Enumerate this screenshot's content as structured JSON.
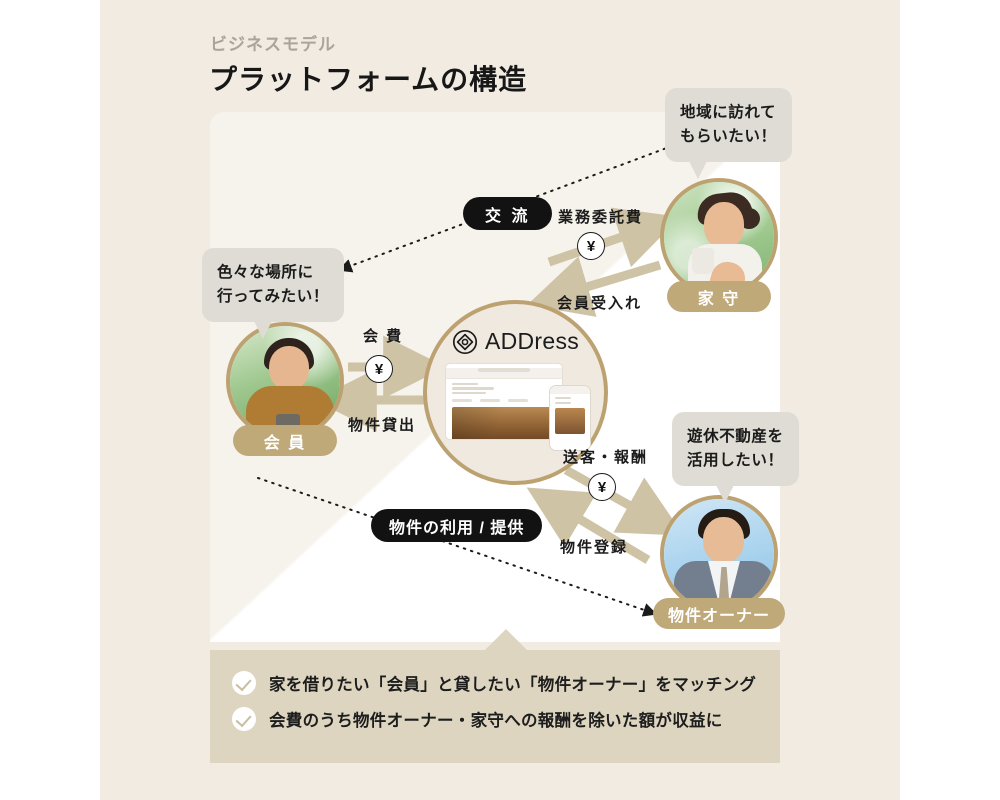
{
  "header": {
    "kicker": "ビジネスモデル",
    "title": "プラットフォームの構造"
  },
  "hub": {
    "logo_text": "ADDress",
    "logo_icon": "address-hexagon-logo-icon"
  },
  "actors": [
    {
      "key": "yamori",
      "name": "家 守",
      "bubble": [
        "地域に訪れて",
        "もらいたい！"
      ],
      "photo_alt": "woman-with-cup-photo"
    },
    {
      "key": "member",
      "name": "会 員",
      "bubble": [
        "色々な場所に",
        "行ってみたい！"
      ],
      "photo_alt": "smiling-man-photo"
    },
    {
      "key": "owner",
      "name": "物件オーナー",
      "bubble": [
        "遊休不動産を",
        "活用したい！"
      ],
      "photo_alt": "businessman-photo"
    }
  ],
  "pills": {
    "kouryu": "交 流",
    "bukken_use": "物件の利用 / 提供"
  },
  "flows": {
    "gyomu_itakuhi": "業務委託費",
    "kaiin_ukeire": "会員受入れ",
    "kaihi": "会 費",
    "bukken_kashidashi": "物件貸出",
    "soukyaku_houshu": "送客・報酬",
    "bukken_touroku": "物件登録",
    "yen_symbol": "¥"
  },
  "summary": {
    "items": [
      "家を借りたい「会員」と貸したい「物件オーナー」をマッチング",
      "会費のうち物件オーナー・家守への報酬を除いた額が収益に"
    ]
  },
  "colors": {
    "page_band": "#f1ebe2",
    "panel": "#f6f2ec",
    "summary_box": "#ddd5c0",
    "gold_ring": "#bda271",
    "nametag": "#bfa979",
    "arrow_tan": "#cfc3a6",
    "pill_black": "#121212",
    "bubble_gray": "#dedcd5"
  }
}
